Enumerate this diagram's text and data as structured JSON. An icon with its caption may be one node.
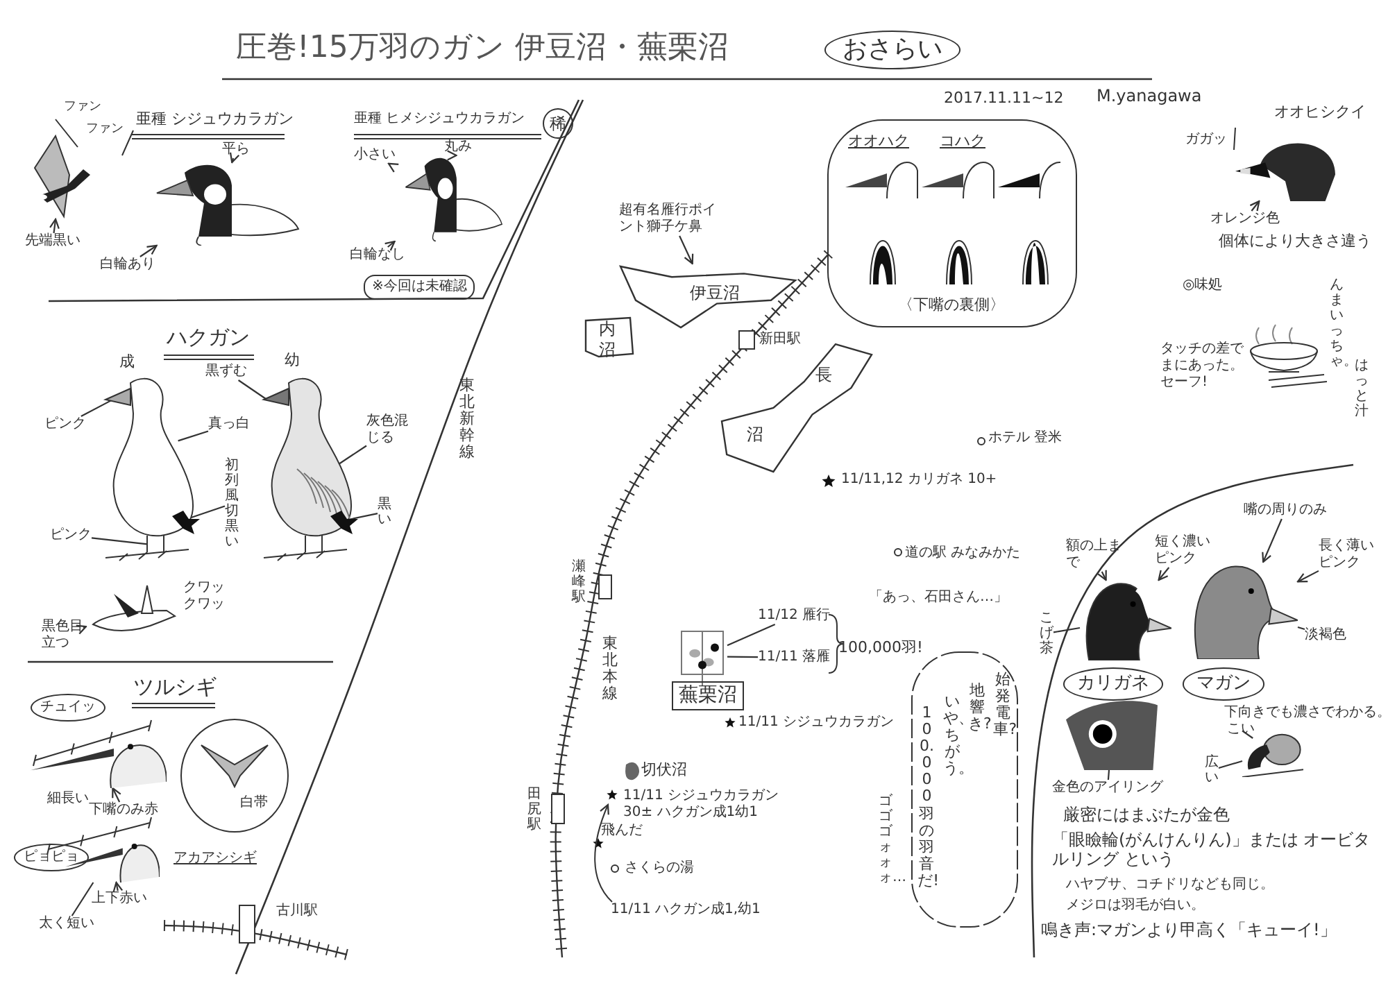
{
  "diagram": {
    "title": "圧巻!15万羽のガン 伊豆沼・蕪栗沼",
    "nodes": [
      {
        "text": [
          "おさらい"
        ]
      },
      {
        "text": [],
        "shape": "picture"
      },
      {
        "text": [
          "先端黒い"
        ]
      },
      {
        "text": [],
        "shape": "picture"
      },
      {
        "text": [
          "平ら"
        ]
      },
      {
        "text": [
          "白輪あり"
        ]
      },
      {
        "text": [
          "稀"
        ]
      },
      {
        "text": [],
        "shape": "picture"
      },
      {
        "text": [
          "小さい"
        ]
      },
      {
        "text": [
          "丸み"
        ]
      },
      {
        "text": [
          "白輪なし"
        ]
      },
      {
        "text": [
          "※今回は未確認"
        ]
      },
      {
        "text": [],
        "shape": "picture",
        "beside": [
          "成"
        ]
      },
      {
        "text": [
          "ピンク"
        ]
      },
      {
        "text": [
          "真っ白"
        ]
      },
      {
        "text": [
          "初列風切黒い"
        ]
      },
      {
        "text": [
          "ピンク"
        ]
      },
      {
        "text": [],
        "shape": "picture",
        "beside": [
          "幼"
        ]
      },
      {
        "text": [
          "黒ずむ"
        ]
      },
      {
        "text": [
          "灰色混じる"
        ]
      },
      {
        "text": [
          "黒い"
        ]
      },
      {
        "text": [],
        "shape": "picture",
        "beside": [
          "クワックワッ"
        ]
      },
      {
        "text": [
          "黒色目立つ"
        ]
      },
      {
        "text": [
          "チュイッ"
        ]
      },
      {
        "text": [],
        "shape": "picture"
      },
      {
        "text": [
          "下嘴のみ赤"
        ]
      },
      {
        "text": [
          "ピョピョ"
        ]
      },
      {
        "text": [],
        "shape": "picture"
      },
      {
        "text": [
          "上下赤い"
        ]
      },
      {
        "text": [
          "太く短い"
        ]
      },
      {
        "text": [
          "白帯"
        ],
        "beside": [
          "アカアシシギ"
        ]
      },
      {
        "text": [
          "伊豆沼"
        ]
      },
      {
        "text": [
          "超有名雁行ポイント獅子ケ鼻"
        ]
      },
      {
        "text": [
          "内沼"
        ]
      },
      {
        "text": [],
        "shape": "box",
        "beside": [
          "新田駅"
        ]
      },
      {
        "text": [
          "長",
          "沼"
        ]
      },
      {
        "text": [
          "オオハク",
          "コハク",
          "〈下嘴の裏側〉"
        ]
      },
      {
        "text": [],
        "shape": "picture"
      },
      {
        "text": [
          "オレンジ色"
        ]
      },
      {
        "text": [],
        "shape": "box",
        "beside": [
          "瀬峰駅"
        ]
      },
      {
        "text": [],
        "shape": "picture"
      },
      {
        "text": [
          "11/12 雁行"
        ]
      },
      {
        "text": [
          "11/11 落雁"
        ]
      },
      {
        "text": [
          "蕪栗沼"
        ]
      },
      {
        "text": [
          "始発電車?",
          "地響き?",
          "いや、ちがう。",
          "100.000羽の羽音だ!"
        ],
        "beside": [
          "ゴゴゴォォォ…"
        ]
      },
      {
        "text": [],
        "shape": "box",
        "beside": [
          "田尻駅"
        ]
      },
      {
        "text": [],
        "shape": "box",
        "beside": [
          "古川駅"
        ]
      },
      {
        "text": [],
        "shape": "picture"
      },
      {
        "text": [
          "額の上まで"
        ]
      },
      {
        "text": [
          "短く濃いピンク"
        ]
      },
      {
        "text": [
          "こげ茶"
        ]
      },
      {
        "text": [
          "カリガネ"
        ]
      },
      {
        "text": [],
        "shape": "picture"
      },
      {
        "text": [
          "嘴の周りのみ"
        ]
      },
      {
        "text": [
          "長く薄いピンク"
        ]
      },
      {
        "text": [
          "淡褐色"
        ]
      },
      {
        "text": [
          "マガン"
        ]
      },
      {
        "text": [],
        "shape": "picture"
      },
      {
        "text": [
          "金色のアイリング"
        ]
      },
      {
        "text": [],
        "shape": "picture"
      },
      {
        "text": [
          "こい"
        ]
      },
      {
        "text": [
          "広い"
        ]
      }
    ],
    "edges": [
      {
        "from": 2,
        "to": 1,
        "arrow": "to"
      },
      {
        "from": 4,
        "to": 3,
        "arrow": "to"
      },
      {
        "from": 5,
        "to": 3,
        "arrow": "to"
      },
      {
        "from": 8,
        "to": 7,
        "arrow": "to"
      },
      {
        "from": 9,
        "to": 7,
        "arrow": "to"
      },
      {
        "from": 10,
        "to": 7,
        "arrow": "to"
      },
      {
        "from": 13,
        "to": 12,
        "arrow": "none"
      },
      {
        "from": 14,
        "to": 12,
        "arrow": "none"
      },
      {
        "from": 15,
        "to": 12,
        "arrow": "none"
      },
      {
        "from": 16,
        "to": 12,
        "arrow": "none"
      },
      {
        "from": 18,
        "to": 17,
        "arrow": "none"
      },
      {
        "from": 19,
        "to": 17,
        "arrow": "none"
      },
      {
        "from": 20,
        "to": 17,
        "arrow": "none"
      },
      {
        "from": 22,
        "to": 21,
        "arrow": "to"
      },
      {
        "from": 25,
        "to": 24,
        "arrow": "to"
      },
      {
        "from": 28,
        "to": 27,
        "arrow": "to"
      },
      {
        "from": 29,
        "to": 27,
        "arrow": "none"
      },
      {
        "from": 32,
        "to": 31,
        "arrow": "to"
      },
      {
        "from": 38,
        "to": 37,
        "arrow": "to"
      },
      {
        "from": 41,
        "to": 40,
        "arrow": "none"
      },
      {
        "from": 42,
        "to": 40,
        "arrow": "none"
      },
      {
        "from": 48,
        "to": 47,
        "arrow": "to"
      },
      {
        "from": 49,
        "to": 47,
        "arrow": "to"
      },
      {
        "from": 50,
        "to": 47,
        "arrow": "none"
      },
      {
        "from": 53,
        "to": 52,
        "arrow": "to"
      },
      {
        "from": 54,
        "to": 52,
        "arrow": "to"
      },
      {
        "from": 55,
        "to": 52,
        "arrow": "none"
      },
      {
        "from": 58,
        "to": 57,
        "arrow": "none"
      },
      {
        "from": 60,
        "to": 59,
        "arrow": "none"
      },
      {
        "from": 61,
        "to": 59,
        "arrow": "none"
      }
    ],
    "labels": [
      "2017.11.11~12",
      "M.yanagawa",
      "ファン",
      "ファン",
      "亜種 シジュウカラガン",
      "亜種 ヒメシジュウカラガン",
      "ハクガン",
      "ツルシギ",
      "細長い",
      "東北新幹線",
      "オオヒシクイ",
      "ガガッ",
      "個体により大きさ違う",
      "◎味処",
      "タッチの差でまにあった。セーフ!",
      "んまいっちゃ。",
      "はっと汁",
      "ホテル 登米",
      "11/11,12 カリガネ 10+",
      "道の駅 みなみかた",
      "「あっ、石田さん…」",
      "100,000羽!",
      "11/11 シジュウカラガン",
      "東北本線",
      "切伏沼",
      "11/11 シジュウカラガン 30± ハクガン成1幼1",
      "飛んだ",
      "さくらの湯",
      "11/11 ハクガン成1,幼1",
      "下向きでも濃さでわかる。",
      "厳密にはまぶたが金色",
      "「眼瞼輪(がんけんりん)」または オービタルリング という",
      "ハヤブサ、コチドリなども同じ。",
      "メジロは羽毛が白い。",
      "鳴き声:マガンより甲高く「キューイ!」"
    ]
  }
}
